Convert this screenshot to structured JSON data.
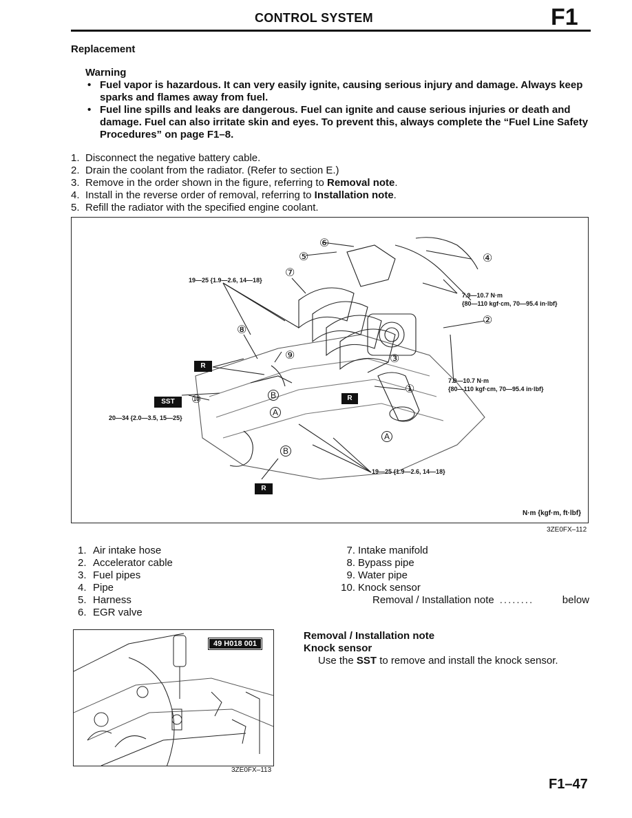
{
  "header": {
    "title": "CONTROL SYSTEM",
    "section_code": "F1"
  },
  "section_title": "Replacement",
  "warning": {
    "title": "Warning",
    "bullet": "•",
    "items": [
      "Fuel vapor is hazardous. It can very easily ignite, causing serious injury and damage. Always keep sparks and flames away from fuel.",
      "Fuel line spills and leaks are dangerous. Fuel can ignite and cause serious injuries or death and damage. Fuel can also irritate skin and eyes. To prevent this, always complete the “Fuel Line Safety Procedures” on page F1–8."
    ]
  },
  "steps": [
    {
      "num": "1.",
      "text": "Disconnect the negative battery cable.",
      "bold": "",
      "end": ""
    },
    {
      "num": "2.",
      "text": "Drain the coolant from the radiator. (Refer to section E.)",
      "bold": "",
      "end": ""
    },
    {
      "num": "3.",
      "text": "Remove in the order shown in the figure, referring to ",
      "bold": "Removal note",
      "end": "."
    },
    {
      "num": "4.",
      "text": "Install in the reverse order of removal, referring to ",
      "bold": "Installation note",
      "end": "."
    },
    {
      "num": "5.",
      "text": "Refill the radiator with the specified engine coolant.",
      "bold": "",
      "end": ""
    }
  ],
  "figure_main": {
    "code": "3ZE0FX–112",
    "unit_note": "N·m {kgf·m, ft·lbf}",
    "torques": {
      "t1": "19—25 {1.9—2.6, 14—18}",
      "t2_a": "7.9—10.7 N·m",
      "t2_b": "{80—110 kgf·cm, 70—95.4 in·lbf}",
      "t3_a": "7.9—10.7 N·m",
      "t3_b": "{80—110 kgf·cm, 70—95.4 in·lbf}",
      "t4": "20—34 {2.0—3.5, 15—25}",
      "t5": "19—25 {1.9—2.6, 14—18}"
    },
    "badges": {
      "r": "R",
      "sst": "SST"
    },
    "circled": [
      "①",
      "②",
      "③",
      "④",
      "⑤",
      "⑥",
      "⑦",
      "⑧",
      "⑨",
      "⑩"
    ],
    "letters": {
      "a": "A",
      "b": "B"
    }
  },
  "parts_left": [
    {
      "num": "1.",
      "name": "Air intake hose"
    },
    {
      "num": "2.",
      "name": "Accelerator cable"
    },
    {
      "num": "3.",
      "name": "Fuel pipes"
    },
    {
      "num": "4.",
      "name": "Pipe"
    },
    {
      "num": "5.",
      "name": "Harness"
    },
    {
      "num": "6.",
      "name": "EGR valve"
    }
  ],
  "parts_right": [
    {
      "num": "7.",
      "name": "Intake manifold"
    },
    {
      "num": "8.",
      "name": "Bypass pipe"
    },
    {
      "num": "9.",
      "name": "Water pipe"
    },
    {
      "num": "10.",
      "name": "Knock sensor"
    }
  ],
  "parts_ref": {
    "label": "Removal / Installation note",
    "dots": "........",
    "where": "below"
  },
  "figure_small": {
    "code": "3ZE0FX–113",
    "sst_number": "49 H018 001"
  },
  "note": {
    "title": "Removal / Installation note",
    "subtitle": "Knock sensor",
    "text_pre": "Use the ",
    "text_bold": "SST",
    "text_post": " to remove and install the knock sensor."
  },
  "page_number": "F1–47"
}
